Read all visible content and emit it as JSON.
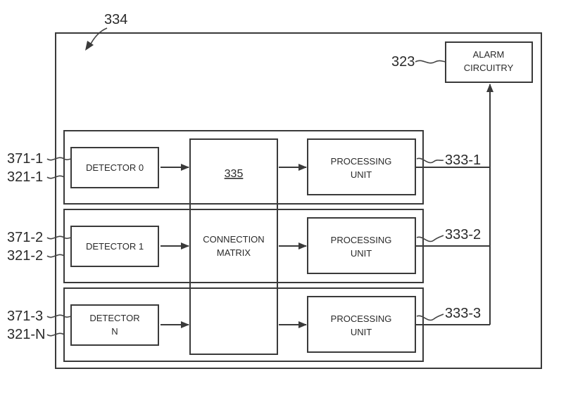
{
  "figure_label": "334",
  "alarm": {
    "ref": "323",
    "line1": "ALARM",
    "line2": "CIRCUITRY"
  },
  "matrix": {
    "ref": "335",
    "line1": "CONNECTION",
    "line2": "MATRIX"
  },
  "rows": [
    {
      "ref_a": "371-1",
      "ref_b": "321-1",
      "detector_line1": "DETECTOR 0",
      "detector_line2": "",
      "pu_line1": "PROCESSING",
      "pu_line2": "UNIT",
      "out_ref": "333-1"
    },
    {
      "ref_a": "371-2",
      "ref_b": "321-2",
      "detector_line1": "DETECTOR 1",
      "detector_line2": "",
      "pu_line1": "PROCESSING",
      "pu_line2": "UNIT",
      "out_ref": "333-2"
    },
    {
      "ref_a": "371-3",
      "ref_b": "321-N",
      "detector_line1": "DETECTOR",
      "detector_line2": "N",
      "pu_line1": "PROCESSING",
      "pu_line2": "UNIT",
      "out_ref": "333-3"
    }
  ]
}
